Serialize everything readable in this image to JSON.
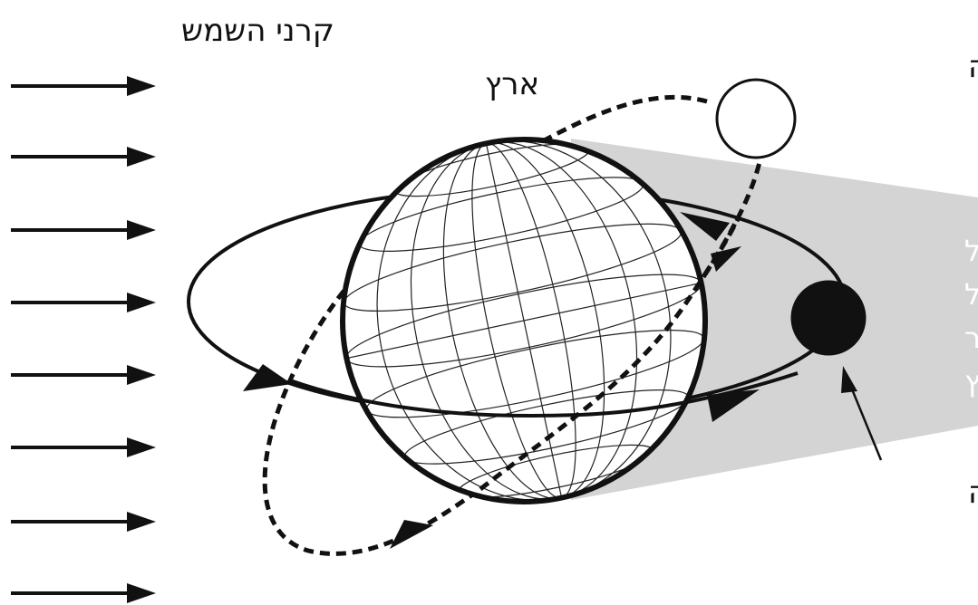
{
  "labels": {
    "sun_rays": "קרני השמש",
    "earth": "ארץ",
    "moon_not_eclipsed": "ירח אינו לוקה",
    "moon_eclipsed": "ירח לוקה",
    "shadow_lines": [
      "צל",
      "של",
      "כדור",
      "הארץ"
    ]
  },
  "colors": {
    "shadow": "#d4d4d4",
    "outline": "#111111",
    "eclipsed_moon": "#111111",
    "background": "#ffffff"
  },
  "icons": {
    "sun_ray": "arrow-right-icon",
    "earth": "globe-icon",
    "moon_full": "circle-outline-icon",
    "moon_dark": "filled-circle-icon"
  }
}
